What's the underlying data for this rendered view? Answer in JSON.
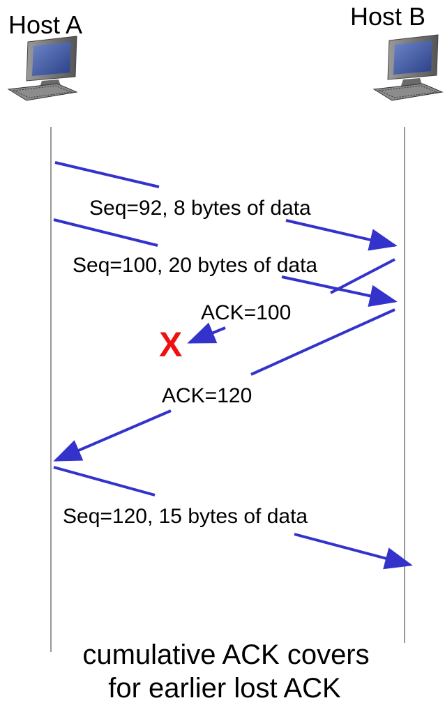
{
  "hosts": {
    "a_label": "Host A",
    "b_label": "Host B"
  },
  "messages": {
    "seq92": "Seq=92, 8 bytes of data",
    "seq100": "Seq=100, 20 bytes of data",
    "ack100": "ACK=100",
    "ack120": "ACK=120",
    "seq120": "Seq=120,  15 bytes of data"
  },
  "loss_marker": "X",
  "caption": {
    "line1": "cumulative ACK covers",
    "line2": "for earlier lost ACK"
  },
  "colors": {
    "arrow": "#3333cc",
    "loss": "#ee1111",
    "timeline": "#777777"
  },
  "icons": {
    "host_a": "desktop-computer-icon",
    "host_b": "desktop-computer-icon"
  }
}
